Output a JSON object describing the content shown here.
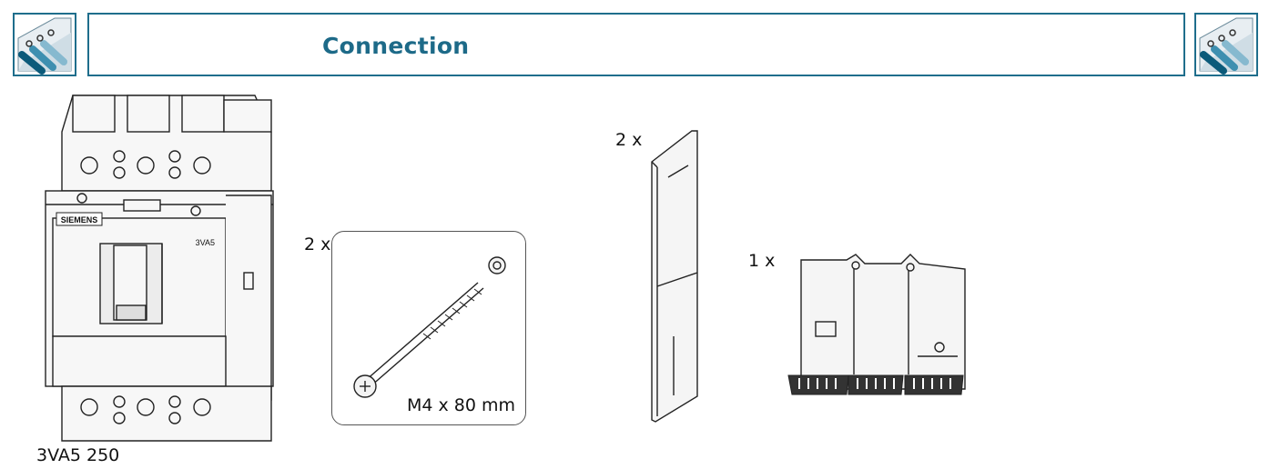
{
  "header": {
    "title": "Connection",
    "icon_left": "cable-connection-icon",
    "icon_right": "cable-connection-icon"
  },
  "breaker": {
    "brand": "SIEMENS",
    "model_badge": "3VA5",
    "caption": "3VA5 250"
  },
  "screw": {
    "quantity": "2 x",
    "size": "M4 x 80 mm"
  },
  "cover": {
    "quantity": "2 x"
  },
  "terminal_cover": {
    "quantity": "1 x"
  },
  "colors": {
    "accent": "#1f6e8c",
    "line": "#222222"
  }
}
